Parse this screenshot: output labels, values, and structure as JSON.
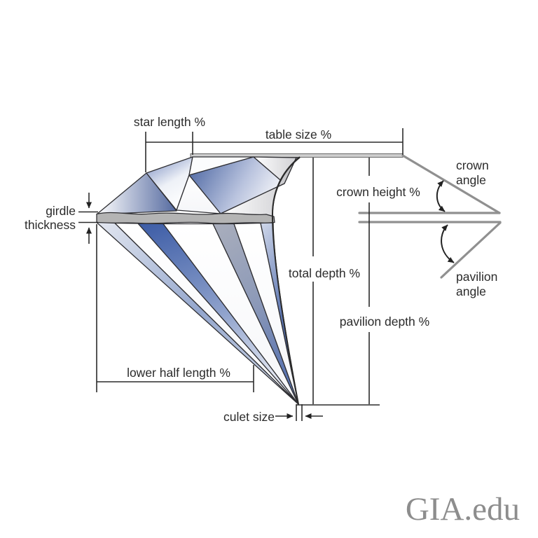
{
  "figure": {
    "title_semantic": "diamond cut proportion diagram",
    "brand": "GIA.edu"
  },
  "labels": {
    "star_length": "star length %",
    "table_size": "table size %",
    "crown_angle_line1": "crown",
    "crown_angle_line2": "angle",
    "crown_height": "crown height %",
    "girdle_line1": "girdle",
    "girdle_line2": "thickness",
    "total_depth": "total depth %",
    "pavilion_angle_line1": "pavilion",
    "pavilion_angle_line2": "angle",
    "pavilion_depth": "pavilion depth %",
    "lower_half_length": "lower half length %",
    "culet_size": "culet size"
  },
  "colors": {
    "accent_blue": "#3c5ca6",
    "pale_blue": "#d7deee",
    "dimension_line": "#2b2b2b",
    "ghost_outline_gray": "#909090",
    "girdle_fill_gray": "#b4b4b4",
    "brand_gray": "#8d8d8d",
    "background": "#ffffff"
  }
}
